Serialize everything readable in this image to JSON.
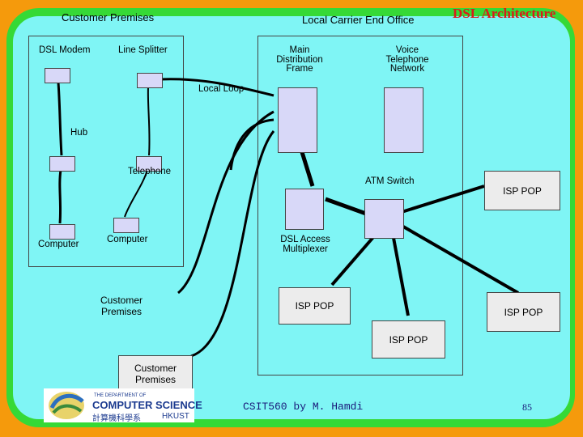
{
  "slide": {
    "title": "DSL Architecture",
    "footer": "CSIT560 by M. Hamdi",
    "page_number": "85"
  },
  "labels": {
    "customer_premises_heading": "Customer Premises",
    "local_carrier_heading": "Local Carrier End Office",
    "dsl_modem": "DSL Modem",
    "line_splitter": "Line Splitter",
    "main_distribution_frame": "Main\nDistribution\nFrame",
    "voice_telephone_network": "Voice\nTelephone\nNetwork",
    "local_loop": "Local Loop",
    "hub": "Hub",
    "telephone": "Telephone",
    "atm_switch": "ATM Switch",
    "computer_left": "Computer",
    "computer_right": "Computer",
    "dsl_access_multiplexer": "DSL Access\nMultiplexer",
    "customer_premises_2": "Customer\nPremises",
    "customer_premises_3": "Customer\nPremises"
  },
  "isp_pops": {
    "right_top": "ISP POP",
    "middle": "ISP POP",
    "right_bottom": "ISP POP",
    "bottom": "ISP POP"
  },
  "logo": {
    "dept_line": "THE DEPARTMENT OF",
    "name_line": "COMPUTER SCIENCE",
    "chinese_line": "計算機科學系",
    "org_line": "HKUST"
  },
  "colors": {
    "background": "#f59a0c",
    "frame": "#36d936",
    "panel": "#7ff5f5",
    "device": "#d8d8f8",
    "isp_box": "#ececec",
    "title": "#d81c1c"
  }
}
